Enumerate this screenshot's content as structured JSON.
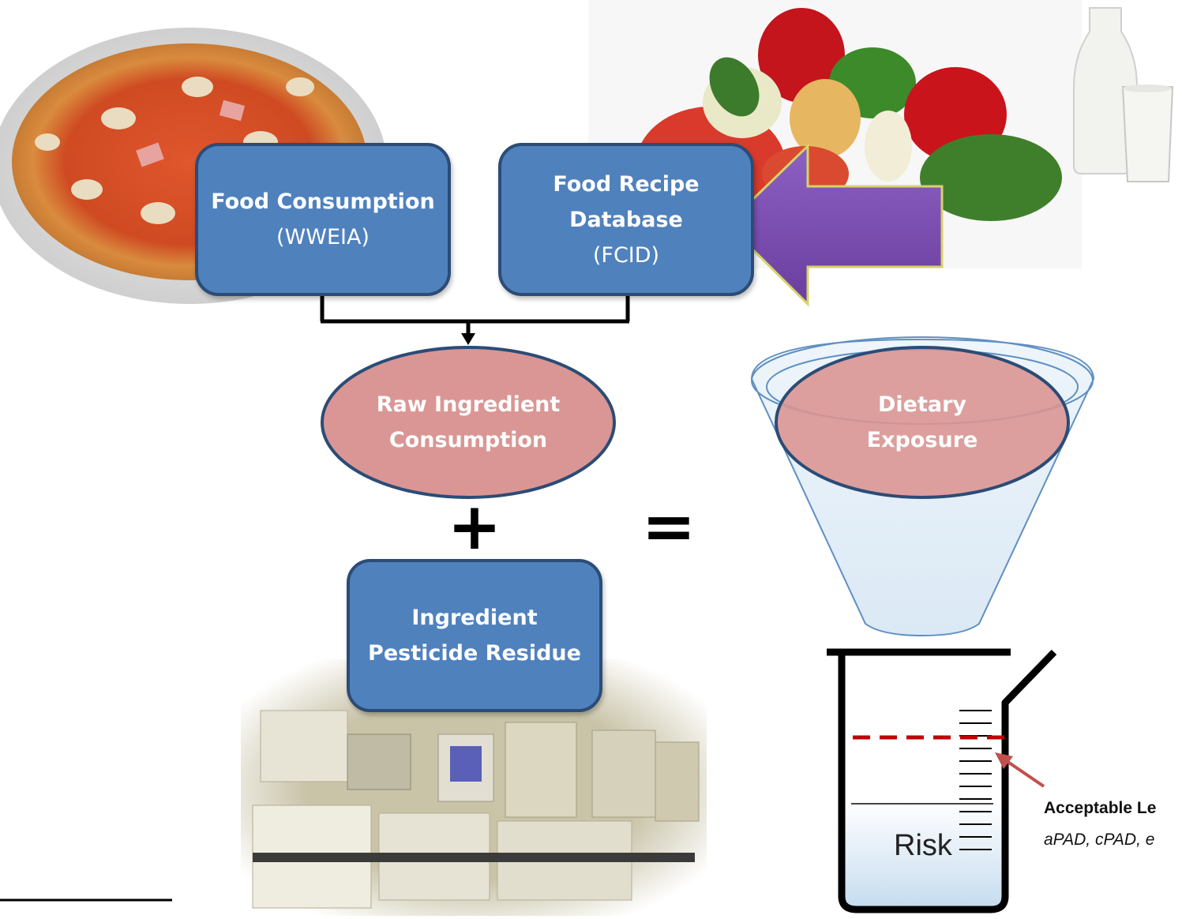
{
  "boxes": {
    "food_consumption": {
      "title": "Food Consumption",
      "sub": "(WWEIA)"
    },
    "food_recipe": {
      "title_line1": "Food Recipe",
      "title_line2": "Database",
      "sub": "(FCID)"
    },
    "ingredient_residue": {
      "line1": "Ingredient",
      "line2": "Pesticide Residue"
    }
  },
  "ellipses": {
    "raw_ingredient": {
      "line1": "Raw Ingredient",
      "line2": "Consumption"
    },
    "dietary_exposure": {
      "line1": "Dietary",
      "line2": "Exposure"
    }
  },
  "operators": {
    "plus": "+",
    "equals": "="
  },
  "beaker": {
    "risk_label": "Risk"
  },
  "acceptable_level": {
    "title": "Acceptable Le",
    "sub": "aPAD, cPAD, e"
  },
  "colors": {
    "box_fill": "#4f81bd",
    "box_border": "#2b4c76",
    "ellipse_fill": "#da9694",
    "arrow_fill": "#7f4fb2",
    "threshold_line": "#c00000"
  },
  "icons": [
    "pizza-photo",
    "vegetables-photo",
    "milk-photo",
    "laboratory-photo"
  ]
}
